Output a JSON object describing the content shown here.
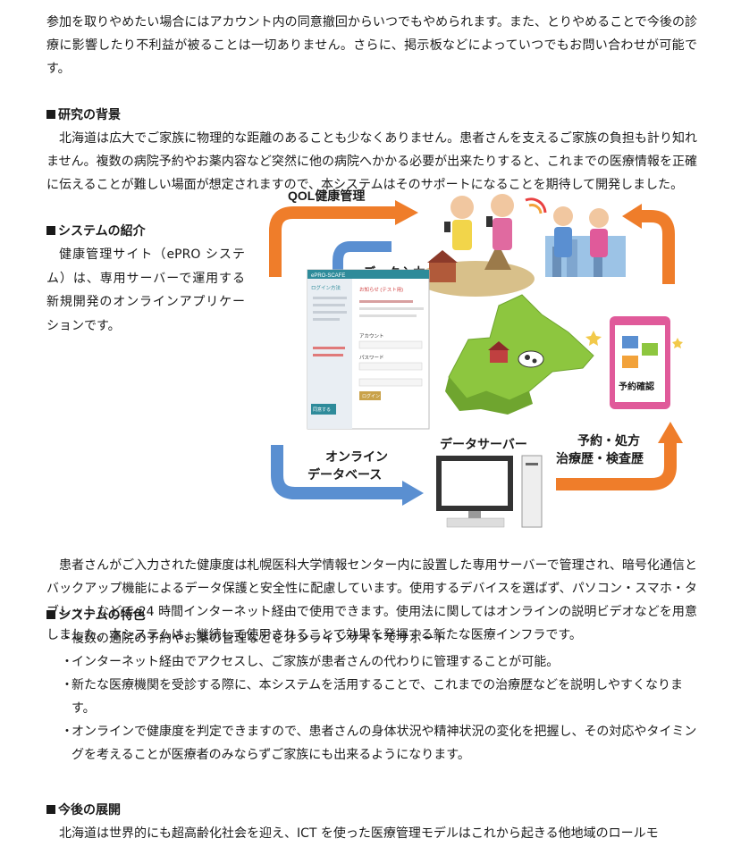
{
  "intro": {
    "paragraph": "参加を取りやめたい場合にはアカウント内の同意撤回からいつでもやめられます。また、とりやめることで今後の診療に影響したり不利益が被ることは一切ありません。さらに、掲示板などによっていつでもお問い合わせが可能です。"
  },
  "background": {
    "heading": "研究の背景",
    "paragraph": "北海道は広大でご家族に物理的な距離のあることも少なくありません。患者さんを支えるご家族の負担も計り知れません。複数の病院予約やお薬内容など突然に他の病院へかかる必要が出来たりすると、これまでの医療情報を正確に伝えることが難しい場面が想定されますので、本システムはそのサポートになることを期待して開発しました。"
  },
  "system_intro": {
    "heading": "システムの紹介",
    "paragraph1": "健康管理サイト（ePRO システム）は、専用サーバーで運用する新規開発のオンラインアプリケーションです。",
    "paragraph2": "患者さんがご入力された健康度は札幌医科大学情報センター内に設置した専用サーバーで管理され、暗号化通信とバックアップ機能によるデータ保護と安全性に配慮しています。使用するデバイスを選ばず、パソコン・スマホ・タブレットなどで 24 時間インターネット経由で使用できます。使用法に関してはオンラインの説明ビデオなどを用意しました。本システムは、継続して使用されることで効果を発揮する新たな医療インフラです。"
  },
  "figure": {
    "qol_label": "QOL健康管理",
    "input_label": "データ入力",
    "online_db_label_1": "オンライン",
    "online_db_label_2": "データベース",
    "server_label": "データサーバー",
    "rx_label_1": "予約・処方",
    "rx_label_2": "治療歴・検査歴",
    "tablet_label": "予約確認",
    "screen": {
      "brand": "ePRO-SCAFE",
      "login_title": "ログイン方法",
      "notice_title": "お知らせ (テスト用)",
      "account_label": "アカウント",
      "password_label": "パスワード",
      "login_button": "ログイン",
      "register_button": "同意する"
    },
    "colors": {
      "orange": "#ef7d2a",
      "blue": "#5a8fd1",
      "green": "#8dc63f",
      "pink": "#e05a9a"
    }
  },
  "features": {
    "heading": "システムの特色",
    "items": [
      "複数の通院の予約やお薬の管理などをオンラインサイトでサポート",
      "インターネット経由でアクセスし、ご家族が患者さんの代わりに管理することが可能。",
      "新たな医療機関を受診する際に、本システムを活用することで、これまでの治療歴などを説明しやすくなります。",
      "オンラインで健康度を判定できますので、患者さんの身体状況や精神状況の変化を把握し、その対応やタイミングを考えることが医療者のみならずご家族にも出来るようになります。"
    ],
    "bullet": "・"
  },
  "future": {
    "heading": "今後の展開",
    "paragraph": "北海道は世界的にも超高齢化社会を迎え、ICT を使った医療管理モデルはこれから起きる他地域のロールモ"
  }
}
